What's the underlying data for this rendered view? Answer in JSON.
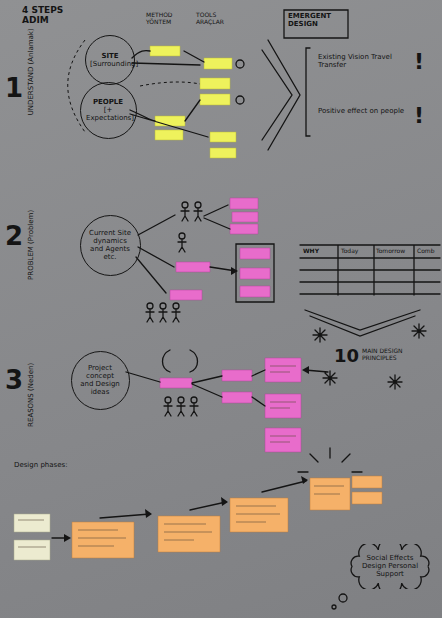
{
  "diagram": {
    "title": "4 STEPS ADIM",
    "nodes": [
      {
        "text": [
          "SITE",
          "[Surrounding]"
        ]
      },
      {
        "text": [
          "PEOPLE",
          "[+ Expectations]"
        ]
      },
      {
        "text": [
          "Current Site dynamics and Agents etc."
        ]
      },
      {
        "text": [
          "Project concept and Design ideas"
        ]
      },
      {
        "text": [
          "Social Effects Design Personal Support"
        ]
      }
    ],
    "labels": [
      "METHOD YÖNTEM",
      "TOOLS ARAÇLAR",
      "EMERGENT DESIGN",
      "1",
      "UNDERSTAND (Anlamak)",
      "Existing Vision Travel Transfer",
      "!",
      "Positive effect on people",
      "!",
      "2",
      "PROBLEM (Problem)",
      "WHY",
      "Today",
      "Tomorrow",
      "Comb",
      "10",
      "MAIN DESIGN PRINCIPLES",
      "3",
      "REASONS (Neden)",
      "Design phases:"
    ]
  }
}
